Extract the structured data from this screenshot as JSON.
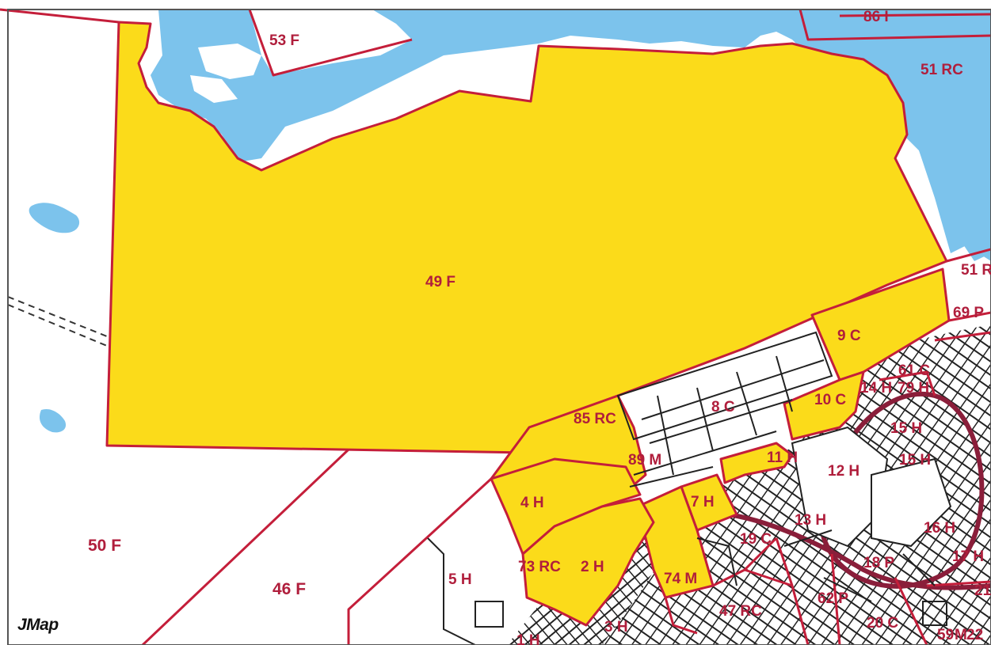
{
  "map": {
    "brand": "JMap",
    "colors": {
      "water": "#7cc3ec",
      "highlight": "#fbdb1a",
      "parcel_border": "#c41e3a",
      "lot_line": "#222222",
      "label": "#b01e3c",
      "background": "#ffffff"
    },
    "parcels": {
      "p86I": "86 I",
      "p53F": "53 F",
      "p51RC": "51 RC",
      "p49F": "49 F",
      "p51R": "51 R",
      "p69P": "69 P",
      "p9C": "9 C",
      "p61C": "61 C",
      "p14H": "14 H",
      "p79H": "79 H",
      "p10C": "10 C",
      "p8C": "8 C",
      "p85RC": "85 RC",
      "p15Ha": "15 H",
      "p15Hb": "15 H",
      "p89M": "89 M",
      "p11H": "11 H",
      "p12H": "12 H",
      "p4H": "4 H",
      "p7H": "7 H",
      "p13H": "13 H",
      "p16H": "16 H",
      "p50F": "50 F",
      "p19C": "19 C",
      "p17H": "17 H",
      "p73RC": "73 RC",
      "p2H": "2 H",
      "p18P": "18 P",
      "p5H": "5 H",
      "p74M": "74 M",
      "p21": "21",
      "p46F": "46 F",
      "p62P": "62 P",
      "p47RC": "47 RC",
      "p20C": "20 C",
      "p3H": "3 H",
      "p1H": "1 H",
      "p59": "59",
      "p22": "22",
      "pM": "M"
    }
  }
}
